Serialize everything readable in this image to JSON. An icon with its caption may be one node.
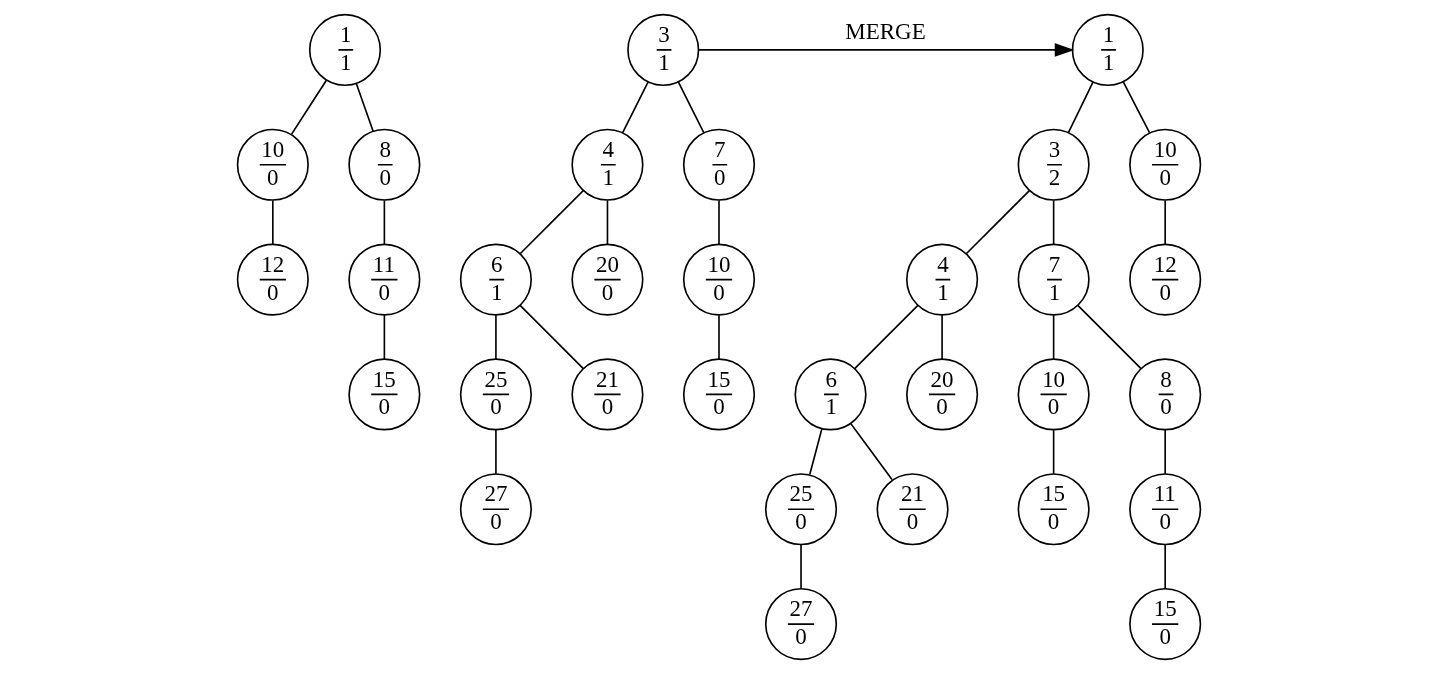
{
  "diagram": {
    "nodes": [
      {
        "text": [
          "1",
          "1"
        ]
      },
      {
        "text": [
          "10",
          "0"
        ]
      },
      {
        "text": [
          "8",
          "0"
        ]
      },
      {
        "text": [
          "12",
          "0"
        ]
      },
      {
        "text": [
          "11",
          "0"
        ]
      },
      {
        "text": [
          "15",
          "0"
        ]
      },
      {
        "text": [
          "3",
          "1"
        ]
      },
      {
        "text": [
          "4",
          "1"
        ]
      },
      {
        "text": [
          "7",
          "0"
        ]
      },
      {
        "text": [
          "6",
          "1"
        ]
      },
      {
        "text": [
          "20",
          "0"
        ]
      },
      {
        "text": [
          "10",
          "0"
        ]
      },
      {
        "text": [
          "25",
          "0"
        ]
      },
      {
        "text": [
          "21",
          "0"
        ]
      },
      {
        "text": [
          "15",
          "0"
        ]
      },
      {
        "text": [
          "27",
          "0"
        ]
      },
      {
        "text": [
          "1",
          "1"
        ]
      },
      {
        "text": [
          "3",
          "2"
        ]
      },
      {
        "text": [
          "10",
          "0"
        ]
      },
      {
        "text": [
          "4",
          "1"
        ]
      },
      {
        "text": [
          "7",
          "1"
        ]
      },
      {
        "text": [
          "12",
          "0"
        ]
      },
      {
        "text": [
          "6",
          "1"
        ]
      },
      {
        "text": [
          "20",
          "0"
        ]
      },
      {
        "text": [
          "10",
          "0"
        ]
      },
      {
        "text": [
          "8",
          "0"
        ]
      },
      {
        "text": [
          "25",
          "0"
        ]
      },
      {
        "text": [
          "21",
          "0"
        ]
      },
      {
        "text": [
          "15",
          "0"
        ]
      },
      {
        "text": [
          "11",
          "0"
        ]
      },
      {
        "text": [
          "27",
          "0"
        ]
      },
      {
        "text": [
          "15",
          "0"
        ]
      }
    ],
    "edges": [
      {
        "from": 0,
        "to": 1,
        "arrow": "none"
      },
      {
        "from": 0,
        "to": 2,
        "arrow": "none"
      },
      {
        "from": 1,
        "to": 3,
        "arrow": "none"
      },
      {
        "from": 2,
        "to": 4,
        "arrow": "none"
      },
      {
        "from": 4,
        "to": 5,
        "arrow": "none"
      },
      {
        "from": 6,
        "to": 7,
        "arrow": "none"
      },
      {
        "from": 6,
        "to": 8,
        "arrow": "none"
      },
      {
        "from": 7,
        "to": 9,
        "arrow": "none"
      },
      {
        "from": 7,
        "to": 10,
        "arrow": "none"
      },
      {
        "from": 8,
        "to": 11,
        "arrow": "none"
      },
      {
        "from": 9,
        "to": 12,
        "arrow": "none"
      },
      {
        "from": 9,
        "to": 13,
        "arrow": "none"
      },
      {
        "from": 11,
        "to": 14,
        "arrow": "none"
      },
      {
        "from": 12,
        "to": 15,
        "arrow": "none"
      },
      {
        "from": 6,
        "to": 16,
        "arrow": "to",
        "label": "MERGE"
      },
      {
        "from": 16,
        "to": 17,
        "arrow": "none"
      },
      {
        "from": 16,
        "to": 18,
        "arrow": "none"
      },
      {
        "from": 17,
        "to": 19,
        "arrow": "none"
      },
      {
        "from": 17,
        "to": 20,
        "arrow": "none"
      },
      {
        "from": 18,
        "to": 21,
        "arrow": "none"
      },
      {
        "from": 19,
        "to": 22,
        "arrow": "none"
      },
      {
        "from": 19,
        "to": 23,
        "arrow": "none"
      },
      {
        "from": 20,
        "to": 24,
        "arrow": "none"
      },
      {
        "from": 20,
        "to": 25,
        "arrow": "none"
      },
      {
        "from": 22,
        "to": 26,
        "arrow": "none"
      },
      {
        "from": 22,
        "to": 27,
        "arrow": "none"
      },
      {
        "from": 24,
        "to": 28,
        "arrow": "none"
      },
      {
        "from": 25,
        "to": 29,
        "arrow": "none"
      },
      {
        "from": 26,
        "to": 30,
        "arrow": "none"
      },
      {
        "from": 29,
        "to": 31,
        "arrow": "none"
      }
    ]
  }
}
